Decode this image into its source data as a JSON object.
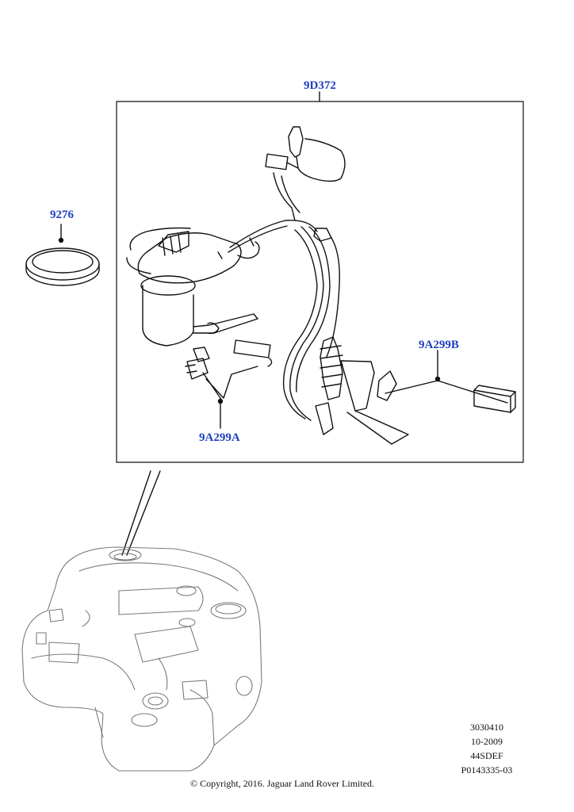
{
  "callouts": {
    "fuel_pump_module": "9D372",
    "seal_ring": "9276",
    "sender_a": "9A299A",
    "sender_b": "9A299B"
  },
  "meta": {
    "line1": "3030410",
    "line2": "10-2009",
    "line3": "44SDEF",
    "line4": "P0143335-03"
  },
  "footer": {
    "copyright": "© Copyright, 2016. Jaguar Land Rover Limited."
  },
  "colors": {
    "callout": "#1f3fbf",
    "line": "#111111"
  }
}
